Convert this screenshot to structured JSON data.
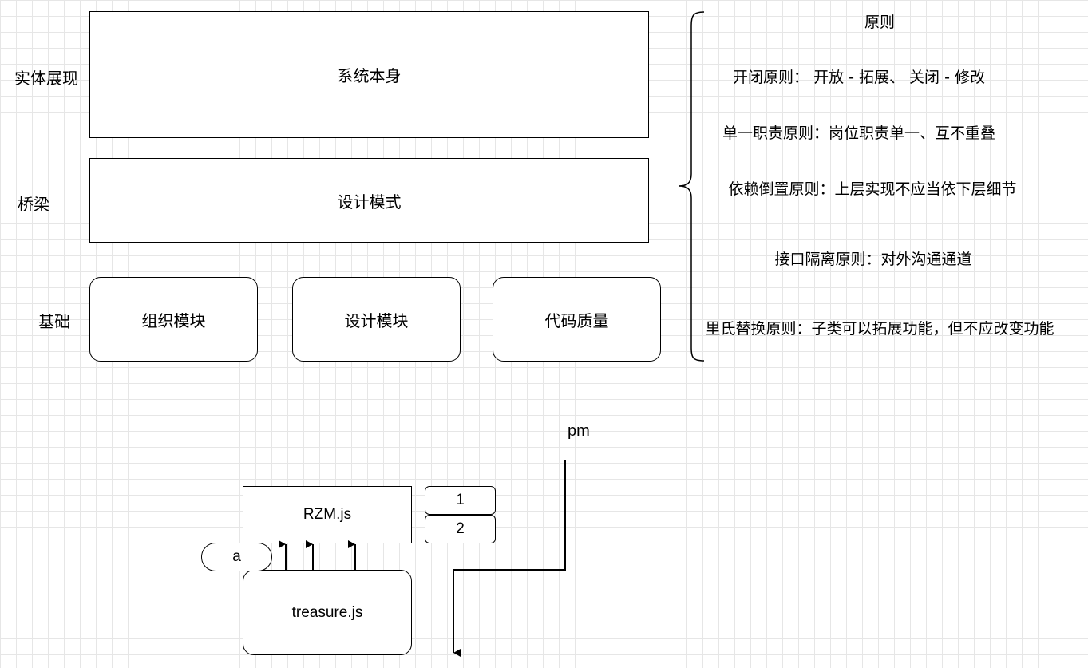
{
  "layers": [
    {
      "side_label": "实体展现",
      "box_text": "系统本身"
    },
    {
      "side_label": "桥梁",
      "box_text": "设计模式"
    },
    {
      "side_label": "基础",
      "boxes": [
        "组织模块",
        "设计模块",
        "代码质量"
      ]
    }
  ],
  "principles": {
    "title": "原则",
    "items": [
      "开闭原则： 开放 - 拓展、 关闭 - 修改",
      "单一职责原则：岗位职责单一、互不重叠",
      "依赖倒置原则：上层实现不应当依下层细节",
      "接口隔离原则：对外沟通通道",
      "里氏替换原则：子类可以拓展功能，但不应改变功能"
    ]
  },
  "lower": {
    "rzm": "RZM.js",
    "treasure": "treasure.js",
    "pill": "a",
    "stack": [
      "1",
      "2"
    ],
    "pm": "pm"
  }
}
